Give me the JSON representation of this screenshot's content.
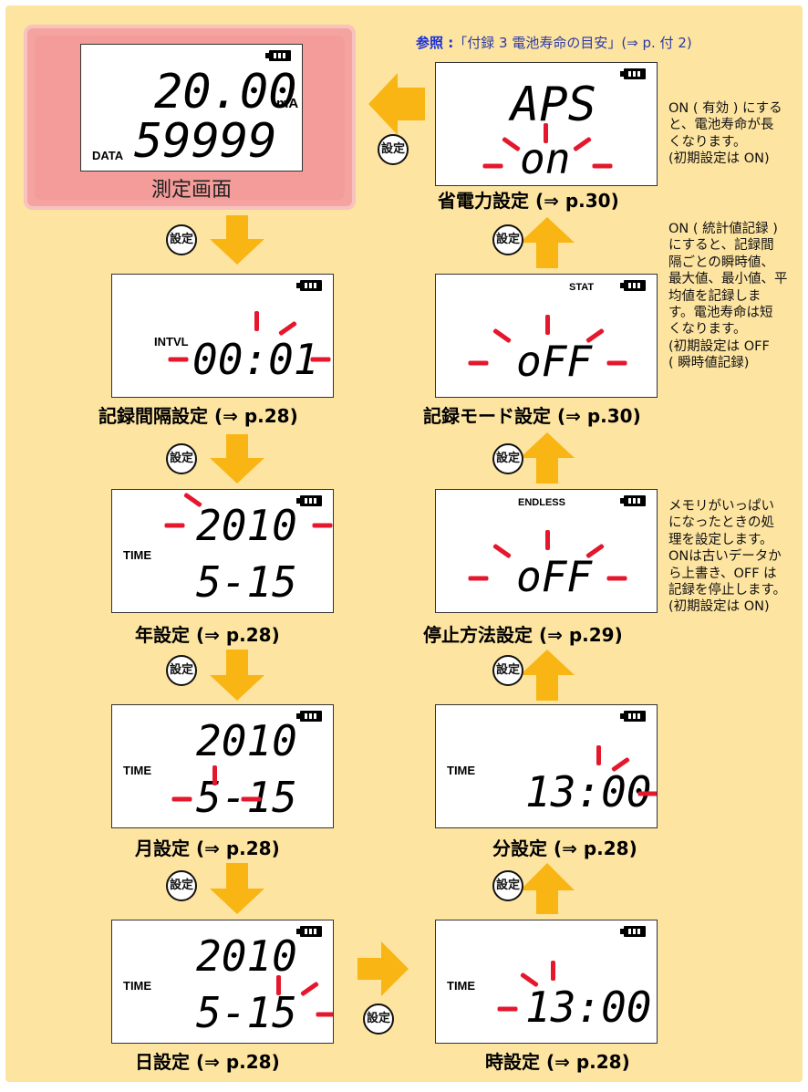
{
  "reference": {
    "prefix": "参照 :",
    "text": "「付録 3  電池寿命の目安」(⇒ p. 付 2)"
  },
  "button_label": "設定",
  "measurement": {
    "label": "測定画面",
    "reading": "20.00",
    "unit": "mA",
    "data_label": "DATA",
    "data_value": "59999"
  },
  "screens": {
    "aps": {
      "title": "省電力設定 (⇒ p.30)",
      "line1": "APS",
      "line2": "on"
    },
    "interval": {
      "title": "記録間隔設定 (⇒ p.28)",
      "label": "INTVL",
      "value": "00:01"
    },
    "mode": {
      "title": "記録モード設定 (⇒ p.30)",
      "label": "STAT",
      "value": "oFF"
    },
    "year": {
      "title": "年設定 (⇒ p.28)",
      "label": "TIME",
      "line1": "2010",
      "line2": "5-15"
    },
    "stop": {
      "title": "停止方法設定 (⇒ p.29)",
      "label": "ENDLESS",
      "value": "oFF"
    },
    "month": {
      "title": "月設定 (⇒ p.28)",
      "label": "TIME",
      "line1": "2010",
      "line2": "5-15"
    },
    "minute": {
      "title": "分設定 (⇒ p.28)",
      "label": "TIME",
      "value": "13:00"
    },
    "day": {
      "title": "日設定 (⇒ p.28)",
      "label": "TIME",
      "line1": "2010",
      "line2": "5-15"
    },
    "hour": {
      "title": "時設定 (⇒ p.28)",
      "label": "TIME",
      "value": "13:00"
    }
  },
  "notes": {
    "aps": [
      "ON ( 有効 ) にする",
      "と、電池寿命が長",
      "くなります。",
      "(初期設定は ON)"
    ],
    "mode": [
      "ON ( 統計値記録 )",
      "にすると、記録間",
      "隔ごとの瞬時値、",
      "最大値、最小値、平",
      "均値を記録しま",
      "す。電池寿命は短",
      "くなります。",
      "(初期設定は OFF",
      "( 瞬時値記録)"
    ],
    "stop": [
      "メモリがいっぱい",
      "になったときの処",
      "理を設定します。",
      "ONは古いデータか",
      "ら上書き、OFF は",
      "記録を停止します。",
      "(初期設定は ON)"
    ]
  },
  "colors": {
    "arrow": "#f9b514",
    "blink": "#e4172d",
    "panel": "#fde4a0",
    "measure": "#f39c99",
    "reference": "#2b3aa8"
  }
}
